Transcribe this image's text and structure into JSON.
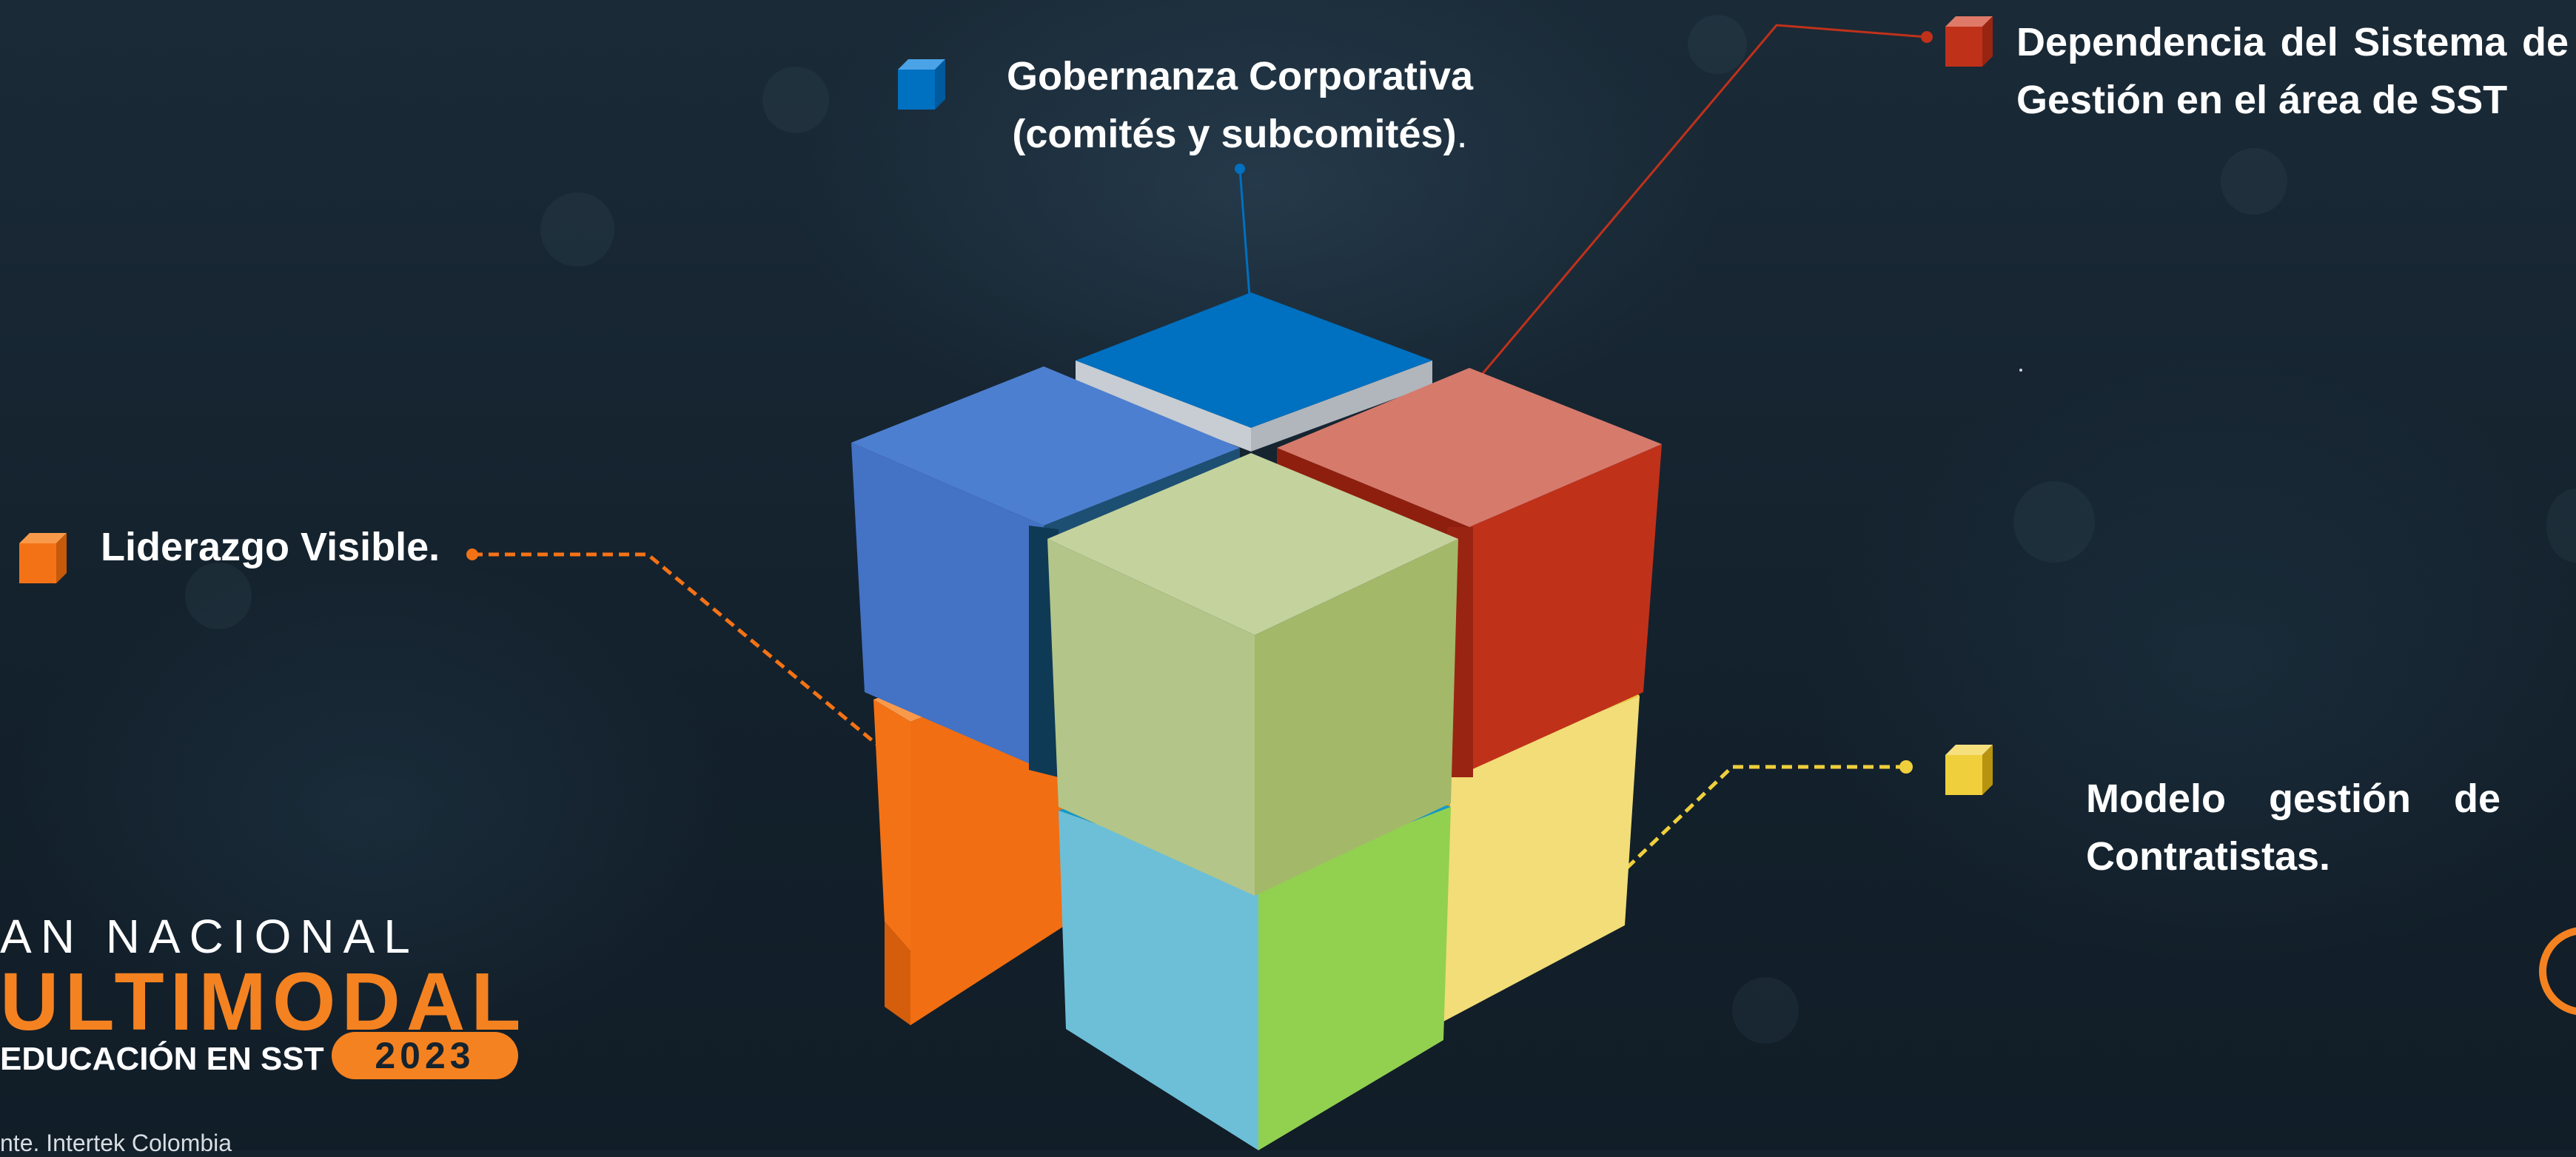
{
  "items": {
    "gobernanza": {
      "line1": "Gobernanza Corporativa",
      "line2": "(comités y subcomités)",
      "punct": "."
    },
    "dependencia": "Dependencia del Sistema de Gestión en el área de SST",
    "liderazgo": "Liderazgo Visible.",
    "contratistas": "Modelo gestión de Contratistas."
  },
  "logo": {
    "line1": "AN NACIONAL",
    "line2": "ULTIMODAL",
    "line3": "EDUCACIÓN EN SST",
    "year": "2023"
  },
  "footer": "nte. Intertek Colombia",
  "colors": {
    "blue": "#0070c0",
    "red": "#c0311a",
    "orange": "#f47216",
    "yellow": "#f0cf3c",
    "green": "#92d050",
    "lightblue": "#6dbfd8",
    "olive": "#a4b86a"
  }
}
